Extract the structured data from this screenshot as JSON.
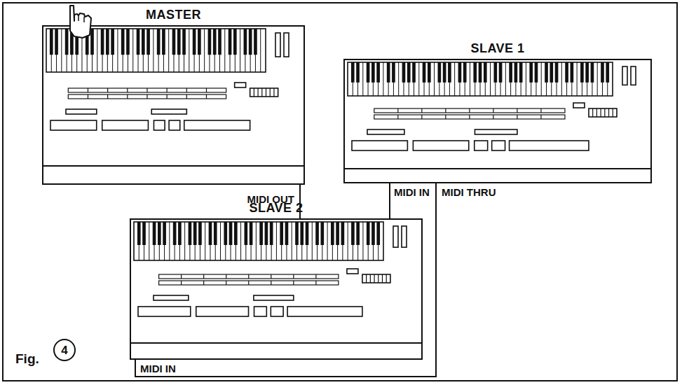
{
  "diagram": {
    "nodes": [
      {
        "text": [
          "MASTER"
        ]
      },
      {
        "text": [
          "SLAVE 1"
        ]
      },
      {
        "text": [
          "SLAVE 2"
        ]
      }
    ],
    "edges": [
      {
        "from": 0,
        "to": 1,
        "arrow": "none"
      },
      {
        "from": 1,
        "to": 2,
        "arrow": "none"
      }
    ],
    "labels": [
      "MIDI OUT",
      "MIDI IN",
      "MIDI THRU",
      "MIDI IN",
      "Fig.",
      "4"
    ]
  }
}
